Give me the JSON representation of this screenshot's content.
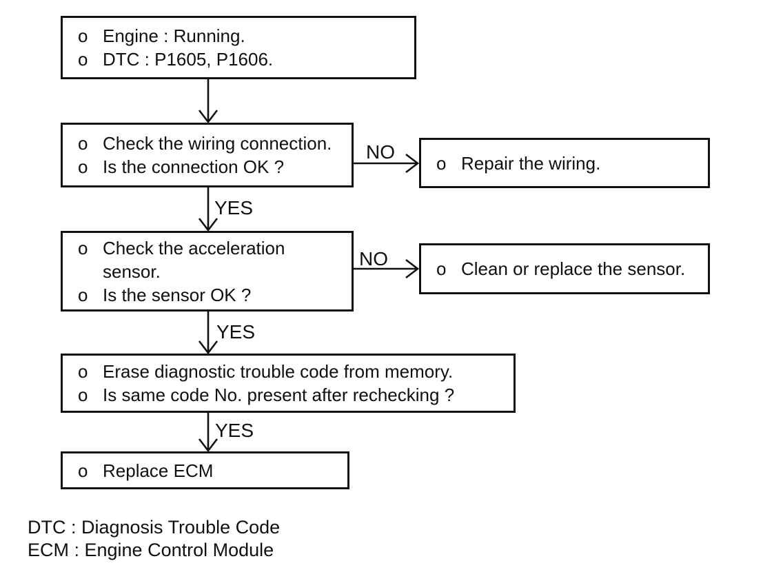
{
  "flow": {
    "bullet": "o",
    "labels": {
      "yes": "YES",
      "no": "NO"
    },
    "boxes": [
      {
        "name": "start",
        "items": [
          "Engine : Running.",
          "DTC : P1605, P1606."
        ]
      },
      {
        "name": "check-wiring",
        "items": [
          "Check the wiring connection.",
          "Is the connection OK ?"
        ]
      },
      {
        "name": "repair-wiring",
        "items": [
          "Repair the wiring."
        ]
      },
      {
        "name": "check-sensor",
        "items": [
          "Check the acceleration sensor.",
          "Is the sensor OK ?"
        ]
      },
      {
        "name": "clean-sensor",
        "items": [
          "Clean or replace the sensor."
        ]
      },
      {
        "name": "erase-dtc",
        "items": [
          "Erase diagnostic trouble code from memory.",
          "Is same code No. present after rechecking ?"
        ]
      },
      {
        "name": "replace-ecm",
        "items": [
          "Replace ECM"
        ]
      }
    ]
  },
  "legend": {
    "lines": [
      "DTC : Diagnosis Trouble Code",
      "ECM : Engine Control Module"
    ]
  },
  "colors": {
    "ink": "#101010",
    "background": "#ffffff"
  }
}
